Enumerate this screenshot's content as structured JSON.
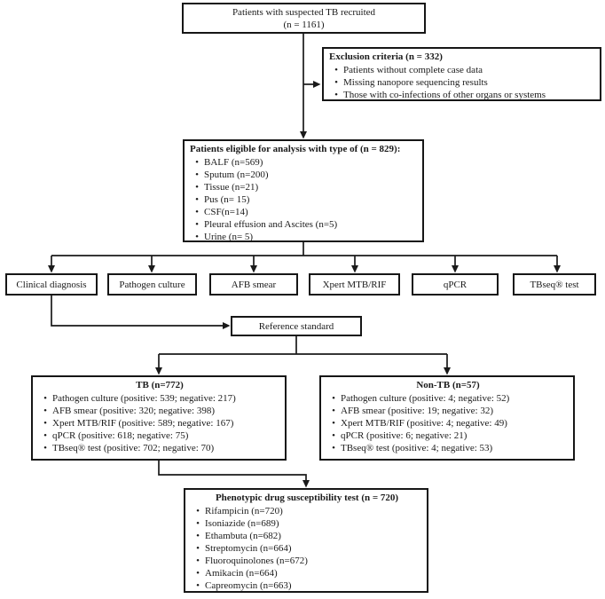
{
  "colors": {
    "border": "#161616",
    "line": "#1a1a1a",
    "text": "#1a1a1a",
    "background": "#ffffff"
  },
  "flowchart": {
    "top": {
      "line1": "Patients with suspected TB recruited",
      "line2": "(n = 1161)"
    },
    "exclusion": {
      "title": "Exclusion criteria (n = 332)",
      "items": [
        "Patients without complete case data",
        "Missing nanopore sequencing results",
        "Those with co-infections of other organs or systems"
      ]
    },
    "eligible": {
      "title": "Patients eligible for analysis with type of (n = 829):",
      "items": [
        "BALF (n=569)",
        "Sputum (n=200)",
        "Tissue (n=21)",
        "Pus (n= 15)",
        "CSF(n=14)",
        "Pleural effusion and Ascites (n=5)",
        "Urine (n= 5)"
      ]
    },
    "tests": {
      "clinical": "Clinical diagnosis",
      "pathogen_culture": "Pathogen culture",
      "afb_smear": "AFB smear",
      "xpert": "Xpert MTB/RIF",
      "qpcr": "qPCR",
      "tbseq": "TBseq® test"
    },
    "reference": {
      "label": "Reference standard"
    },
    "tb": {
      "title": "TB (n=772)",
      "items": [
        "Pathogen culture (positive: 539; negative: 217)",
        "AFB smear (positive: 320; negative: 398)",
        "Xpert MTB/RIF (positive: 589; negative: 167)",
        "qPCR (positive: 618; negative: 75)",
        "TBseq® test (positive: 702; negative: 70)"
      ]
    },
    "non_tb": {
      "title": "Non-TB (n=57)",
      "items": [
        "Pathogen culture (positive: 4; negative: 52)",
        "AFB smear (positive: 19; negative: 32)",
        "Xpert MTB/RIF (positive: 4; negative: 49)",
        "qPCR (positive: 6; negative: 21)",
        "TBseq® test (positive: 4; negative: 53)"
      ]
    },
    "dst": {
      "title": "Phenotypic drug susceptibility test (n = 720)",
      "items": [
        "Rifampicin (n=720)",
        "Isoniazide (n=689)",
        "Ethambuta (n=682)",
        "Streptomycin (n=664)",
        "Fluoroquinolones (n=672)",
        "Amikacin (n=664)",
        "Capreomycin (n=663)"
      ]
    }
  }
}
